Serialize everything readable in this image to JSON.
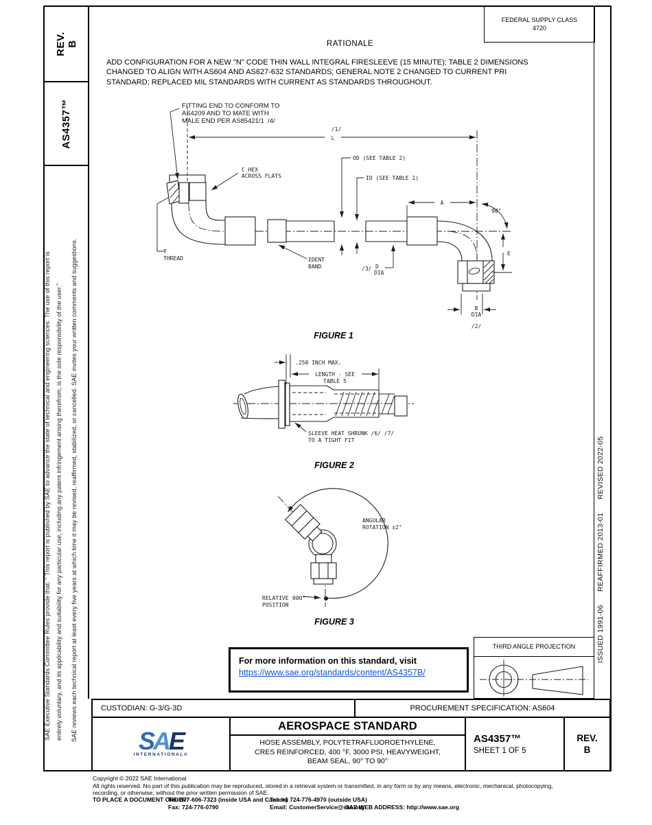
{
  "header": {
    "federal_supply_class": "FEDERAL SUPPLY CLASS",
    "federal_supply_class_number": "4720",
    "rationale_title": "RATIONALE",
    "rationale_lines": [
      "ADD CONFIGURATION FOR A NEW \"N\" CODE THIN WALL INTEGRAL FIRESLEEVE (15 MINUTE); TABLE 2 DIMENSIONS",
      "CHANGED TO ALIGN WITH AS604 AND AS627-632 STANDARDS; GENERAL NOTE 2 CHANGED TO CURRENT PRI",
      "STANDARD; REPLACED MIL STANDARDS WITH CURRENT AS STANDARDS THROUGHOUT."
    ]
  },
  "left_sidebar": {
    "rev_label": "REV.",
    "rev_value": "B",
    "doc_number": "AS4357™",
    "disclaimer_line1": "SAE Executive Standards Committee Rules provide that: \" This report is published by SAE to advance the state of technical and engineering sciences. The use of this report is",
    "disclaimer_line2": "entirely voluntary, and its applicability and suitability for any particular use, including any patent infringement arising therefrom, is the sole responsibility of the user.\"",
    "disclaimer_line3": "SAE reviews each technical report at least every five years at which time it may be revised, reaffirmed, stabilized, or cancelled. SAE invites your written comments and suggestions."
  },
  "right_sidebar": {
    "history": "ISSUED 1991-06      REAFFIRMED 2013-01      REVISED 2022-05"
  },
  "figure1": {
    "note1": "FITTING END TO CONFORM TO",
    "note2": "AS4209 AND TO MATE WITH",
    "note3": "MALE END PER AS85421/1  /4/",
    "ref1": "/1/",
    "dim_l": "L",
    "hex1": "C HEX",
    "hex2": "ACROSS FLATS",
    "od": "OD (SEE TABLE 2)",
    "id": "ID (SEE TABLE 1)",
    "dim_a": "A",
    "angle": "90°",
    "dim_e": "E",
    "thread1": "T",
    "thread2": "THREAD",
    "ident1": "IDENT",
    "ident2": "BAND",
    "ref3": "/3/",
    "d1": "D",
    "d2": "DIA",
    "b1": "B",
    "b2": "DIA",
    "ref2": "/2/",
    "caption": "FIGURE 1"
  },
  "figure2": {
    "dim250": ".250 INCH MAX.",
    "len1": "LENGTH - SEE",
    "len2": "TABLE 5",
    "sleeve1": "SLEEVE HEAT SHRUNK /6/ /7/",
    "sleeve2": "TO A TIGHT FIT",
    "caption": "FIGURE 2"
  },
  "figure3": {
    "ang1": "ANGULAR",
    "ang2": "ROTATION ±2°",
    "rel1": "RELATIVE",
    "rel2": "POSITION",
    "zero": "000°",
    "caption": "FIGURE 3"
  },
  "info_box": {
    "text": "For more information on this standard, visit",
    "link": "https://www.sae.org/standards/content/AS4357B/"
  },
  "projection_box": {
    "title": "THIRD ANGLE PROJECTION"
  },
  "footer": {
    "custodian": "CUSTODIAN: G-3/G-3D",
    "procurement": "PROCUREMENT SPECIFICATION: AS604",
    "doc_type": "AEROSPACE STANDARD",
    "title_line1": "HOSE ASSEMBLY, POLYTETRAFLUOROETHYLENE,",
    "title_line2": "CRES REINFORCED, 400 °F, 3000 PSI, HEAVYWEIGHT,",
    "title_line3": "BEAM SEAL, 90° TO 90°",
    "doc_number": "AS4357™",
    "sheet": "SHEET 1 OF 5",
    "rev_label": "REV.",
    "rev_value": "B",
    "logo_s": "S",
    "logo_a": "A",
    "logo_e": "E",
    "logo_sub": "INTERNATIONAL®"
  },
  "copyright": {
    "line1": "Copyright © 2022 SAE International",
    "line2": "All rights reserved. No part of this publication may be reproduced, stored in a retrieval system or transmitted, in any form or by any means, electronic, mechanical, photocopying,",
    "line3": "recording, or otherwise, without the prior written permission of SAE.",
    "order_label": "TO PLACE A DOCUMENT ORDER:",
    "tel1": "Tel: 877-606-7323 (inside USA and Canada)",
    "tel2": "Tel: +1 724-776-4970 (outside USA)",
    "fax": "Fax: 724-776-0790",
    "email": "Email: CustomerService@sae.org",
    "web": "SAE WEB ADDRESS: http://www.sae.org"
  },
  "colors": {
    "link_blue": "#1155cc",
    "logo_s_blue": "#2a6cb5",
    "logo_a_blue": "#4e92d3",
    "logo_e_navy": "#16375f"
  }
}
